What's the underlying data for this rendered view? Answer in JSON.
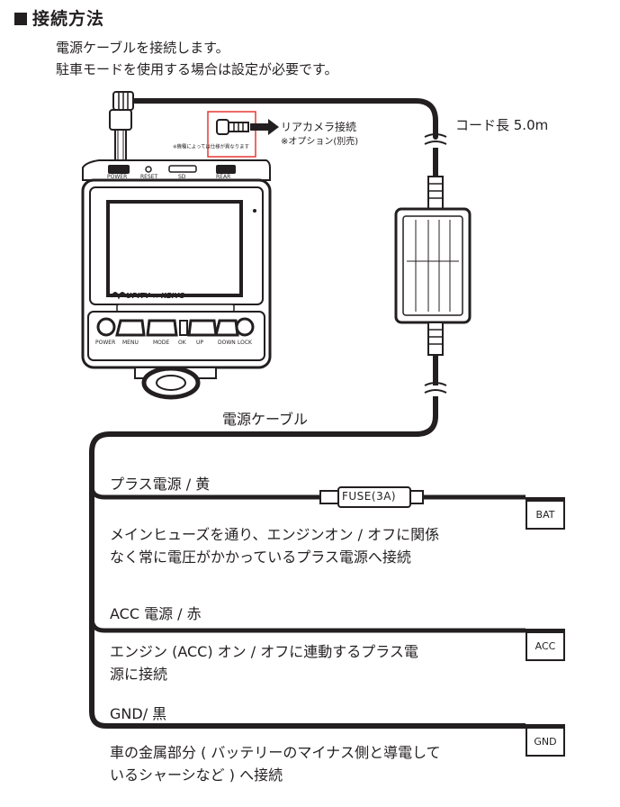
{
  "section": {
    "title": "接続方法",
    "intro_line1": "電源ケーブルを接続します。",
    "intro_line2": "駐車モードを使用する場合は設定が必要です。"
  },
  "rear_camera": {
    "label": "リアカメラ接続",
    "note": "※オプション(別売)",
    "small_note": "※機種によっては仕様が異なります"
  },
  "cord_length": "コード長 5.0m",
  "device": {
    "port_labels": [
      "POWER",
      "RESET",
      "SD",
      "REAR"
    ],
    "brand": "UPITY × KEIYO",
    "buttons": [
      "POWER",
      "MENU",
      "MODE",
      "OK",
      "UP",
      "DOWN",
      "LOCK"
    ]
  },
  "power_cable_label": "電源ケーブル",
  "wires": [
    {
      "title": "プラス電源 / 黄",
      "fuse": "FUSE(3A)",
      "terminal": "BAT",
      "desc_line1": "メインヒューズを通り、エンジンオン / オフに関係",
      "desc_line2": "なく常に電圧がかかっているプラス電源へ接続"
    },
    {
      "title": "ACC 電源 / 赤",
      "terminal": "ACC",
      "desc_line1": "エンジン (ACC) オン / オフに連動するプラス電",
      "desc_line2": "源に接続"
    },
    {
      "title": "GND/ 黒",
      "terminal": "GND",
      "desc_line1": "車の金属部分 ( バッテリーのマイナス側と導電して",
      "desc_line2": "いるシャーシなど ) へ接続"
    }
  ],
  "colors": {
    "ink": "#231f20",
    "highlight": "#e53935"
  }
}
